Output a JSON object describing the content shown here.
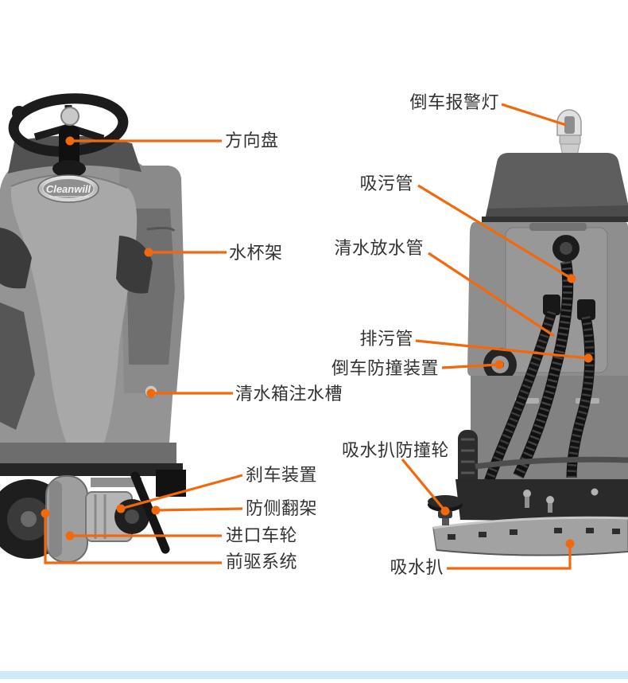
{
  "page": {
    "background_color": "#ffffff",
    "accent_color": "#f2690d",
    "label_text_color": "#333333",
    "footer_bar_color": "#cfe9fa"
  },
  "brand": {
    "logo_text": "Cleanwill"
  },
  "labels": {
    "steering_wheel": "方向盘",
    "cup_holder": "水杯架",
    "water_fill_slot": "清水箱注水槽",
    "brake_device": "刹车装置",
    "anti_rollover_frame": "防侧翻架",
    "imported_wheel": "进口车轮",
    "front_drive_system": "前驱系统",
    "reverse_alarm_light": "倒车报警灯",
    "suction_hose": "吸污管",
    "fresh_water_drain_hose": "清水放水管",
    "sewage_drain_hose": "排污管",
    "reverse_bumper": "倒车防撞装置",
    "squeegee_bumper_wheel": "吸水扒防撞轮",
    "squeegee": "吸水扒"
  }
}
